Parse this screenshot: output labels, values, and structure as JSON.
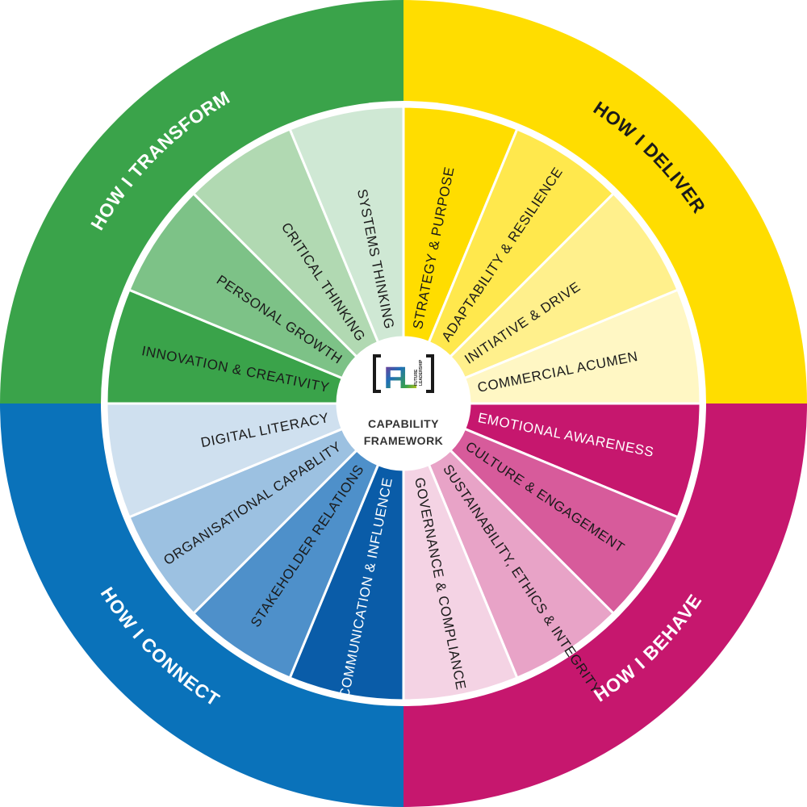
{
  "center": {
    "title_line1": "CAPABILITY",
    "title_line2": "FRAMEWORK",
    "logo_letters": "FL",
    "logo_small_line1": "FUTURE",
    "logo_small_line2": "LEADERSHIP"
  },
  "quadrants": [
    {
      "id": "deliver",
      "label": "HOW I DELIVER",
      "ring_color": "#FFDD00",
      "label_color": "#1a1a1a",
      "segments": [
        {
          "label": "STRATEGY & PURPOSE",
          "color": "#FFDD00"
        },
        {
          "label": "ADAPTABILITY & RESILIENCE",
          "color": "#FFE84D"
        },
        {
          "label": "INITIATIVE & DRIVE",
          "color": "#FFF08C"
        },
        {
          "label": "COMMERCIAL ACUMEN",
          "color": "#FFF7C4"
        }
      ]
    },
    {
      "id": "behave",
      "label": "HOW I BEHAVE",
      "ring_color": "#C6176E",
      "label_color": "#ffffff",
      "segments": [
        {
          "label": "EMOTIONAL AWARENESS",
          "color": "#C6176E"
        },
        {
          "label": "CULTURE & ENGAGEMENT",
          "color": "#D75B9B"
        },
        {
          "label": "SUSTAINABILITY, ETHICS & INTEGRITY",
          "color": "#E8A3C7"
        },
        {
          "label": "GOVERNANCE & COMPLIANCE",
          "color": "#F4D3E4"
        }
      ]
    },
    {
      "id": "connect",
      "label": "HOW I CONNECT",
      "ring_color": "#0A72BA",
      "label_color": "#ffffff",
      "segments": [
        {
          "label": "COMMUNICATION & INFLUENCE",
          "color": "#0A5CA8"
        },
        {
          "label": "STAKEHOLDER RELATIONS",
          "color": "#4E90CA"
        },
        {
          "label": "ORGANISATIONAL CAPABLITY",
          "color": "#9CC1E1"
        },
        {
          "label": "DIGITAL LITERACY",
          "color": "#CFE0EF"
        }
      ]
    },
    {
      "id": "transform",
      "label": "HOW I TRANSFORM",
      "ring_color": "#3AA34A",
      "label_color": "#ffffff",
      "segments": [
        {
          "label": "INNOVATION & CREATIVITY",
          "color": "#3AA34A"
        },
        {
          "label": "PERSONAL GROWTH",
          "color": "#7DC287"
        },
        {
          "label": "CRITICAL THINKING",
          "color": "#B1D9B2"
        },
        {
          "label": "SYSTEMS THINKING",
          "color": "#CFE8D4"
        }
      ]
    }
  ]
}
